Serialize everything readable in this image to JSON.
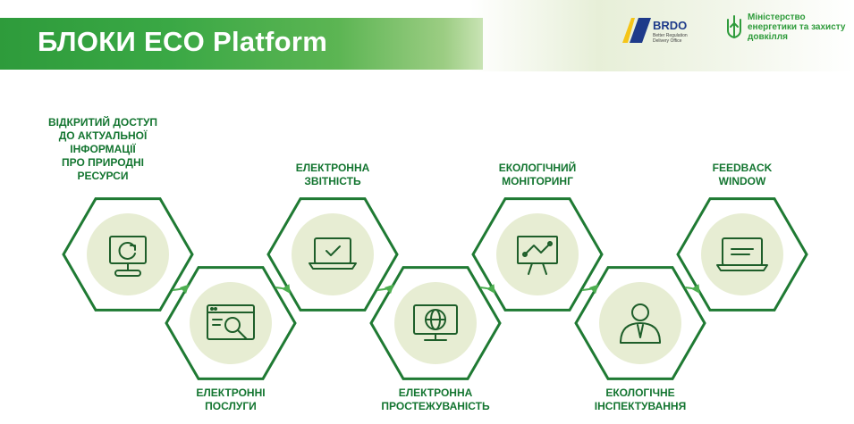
{
  "header": {
    "title": "БЛОКИ ECO Platform",
    "brdo_logo": {
      "name": "BRDO",
      "tagline": "Better Regulation Delivery Office"
    },
    "ministry_logo": {
      "text": "Міністерство енергетики та захисту довкілля"
    }
  },
  "blocks": [
    {
      "label": "ВІДКРИТИЙ ДОСТУП ДО АКТУАЛЬНОЇ ІНФОРМАЦІЇ ПРО ПРИРОДНІ РЕСУРСИ",
      "icon": "monitor-refresh-icon"
    },
    {
      "label": "ЕЛЕКТРОННІ ПОСЛУГИ",
      "icon": "browser-search-icon"
    },
    {
      "label": "ЕЛЕКТРОННА ЗВІТНІСТЬ",
      "icon": "laptop-check-icon"
    },
    {
      "label": "ЕЛЕКТРОННА ПРОСТЕЖУВАНІСТЬ",
      "icon": "monitor-globe-icon"
    },
    {
      "label": "ЕКОЛОГІЧНИЙ МОНІТОРИНГ",
      "icon": "chart-board-icon"
    },
    {
      "label": "ЕКОЛОГІЧНЕ ІНСПЕКТУВАННЯ",
      "icon": "inspector-person-icon"
    },
    {
      "label": "FEEDBACK WINDOW",
      "icon": "laptop-message-icon"
    }
  ],
  "colors": {
    "brand_green": "#2e9b3b",
    "dark_green": "#137530",
    "hexagon_outline": "#1f7a33",
    "connector_green": "#4caf50",
    "hex_fill": "#e7edd3"
  }
}
